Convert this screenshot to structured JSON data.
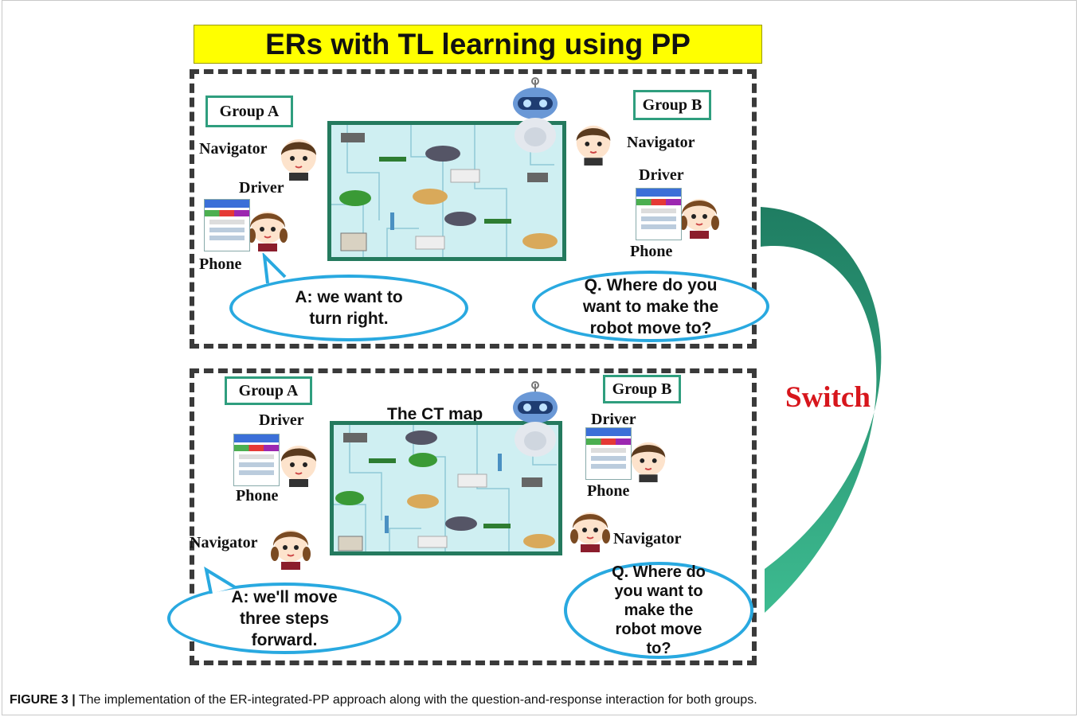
{
  "title": "ERs with TL learning using PP",
  "top_panel": {
    "group_a": {
      "label": "Group A",
      "navigator": "Navigator",
      "driver": "Driver",
      "phone": "Phone",
      "speech": "A: we want to\nturn right."
    },
    "group_b": {
      "label": "Group B",
      "navigator": "Navigator",
      "driver": "Driver",
      "phone": "Phone",
      "speech": "Q. Where do you\nwant to make the\nrobot move to?"
    }
  },
  "bottom_panel": {
    "map_title": "The CT map",
    "group_a": {
      "label": "Group A",
      "driver": "Driver",
      "phone": "Phone",
      "navigator": "Navigator",
      "speech": "A: we'll move\nthree steps\nforward."
    },
    "group_b": {
      "label": "Group B",
      "driver": "Driver",
      "phone": "Phone",
      "navigator": "Navigator",
      "speech": "Q. Where do\nyou want to\nmake the\nrobot move\nto?"
    }
  },
  "switch_label": "Switch",
  "caption": {
    "number": "FIGURE 3 |",
    "text": " The implementation of the ER-integrated-PP approach along with the question-and-response interaction for both groups."
  },
  "colors": {
    "banner": "#ffff00",
    "group_border": "#2f9e7e",
    "map_border": "#247a5e",
    "bubble_border": "#29a9e0",
    "switch_arrow": "#2fa37f",
    "switch_text": "#d7161c"
  }
}
